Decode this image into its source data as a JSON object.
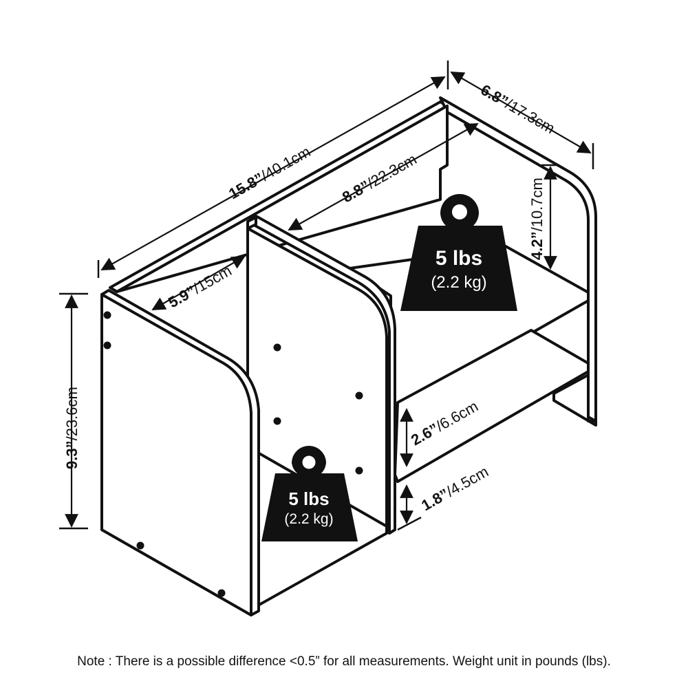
{
  "dimensions": {
    "width": {
      "imperial": "15.8”",
      "metric": "/40.1cm"
    },
    "depth": {
      "imperial": "6.8”",
      "metric": "/17.3cm"
    },
    "inner_width": {
      "imperial": "8.8”",
      "metric": "/22.3cm"
    },
    "inner_depth": {
      "imperial": "5.9”",
      "metric": "/15cm"
    },
    "height": {
      "imperial": "9.3”",
      "metric": "/23.6cm"
    },
    "top_clearance": {
      "imperial": "4.2”",
      "metric": "/10.7cm"
    },
    "mid_clearance": {
      "imperial": "2.6”",
      "metric": "/6.6cm"
    },
    "bottom_clearance": {
      "imperial": "1.8”",
      "metric": "/4.5cm"
    }
  },
  "weights": {
    "upper": {
      "pounds": "5 lbs",
      "kilograms": "(2.2 kg)"
    },
    "lower": {
      "pounds": "5 lbs",
      "kilograms": "(2.2 kg)"
    }
  },
  "note": "Note : There is a possible difference <0.5” for all measurements. Weight unit in pounds (lbs)."
}
